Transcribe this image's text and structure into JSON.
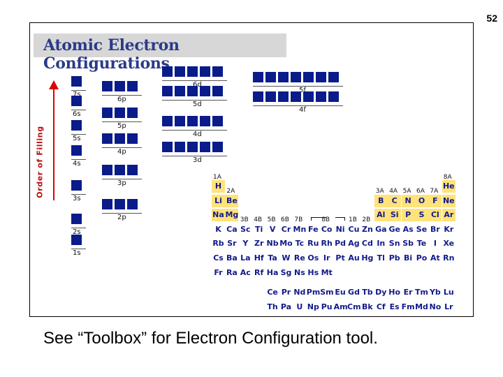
{
  "page_number": "52",
  "title": "Atomic Electron Configurations",
  "axis_label": "Order of Filling",
  "orbitals": [
    {
      "label": "7s",
      "boxes": 1
    },
    {
      "label": "6s",
      "boxes": 1
    },
    {
      "label": "5s",
      "boxes": 1
    },
    {
      "label": "4s",
      "boxes": 1
    },
    {
      "label": "3s",
      "boxes": 1
    },
    {
      "label": "2s",
      "boxes": 1
    },
    {
      "label": "1s",
      "boxes": 1
    },
    {
      "label": "6p",
      "boxes": 3
    },
    {
      "label": "5p",
      "boxes": 3
    },
    {
      "label": "4p",
      "boxes": 3
    },
    {
      "label": "3p",
      "boxes": 3
    },
    {
      "label": "2p",
      "boxes": 3
    },
    {
      "label": "6d",
      "boxes": 5
    },
    {
      "label": "5d",
      "boxes": 5
    },
    {
      "label": "4d",
      "boxes": 5
    },
    {
      "label": "3d",
      "boxes": 5
    },
    {
      "label": "5f",
      "boxes": 7
    },
    {
      "label": "4f",
      "boxes": 7
    }
  ],
  "periodic_table": {
    "group_labels": [
      "1A",
      "8A",
      "2A",
      "3A",
      "4A",
      "5A",
      "6A",
      "7A",
      "3B",
      "4B",
      "5B",
      "6B",
      "7B",
      "8B",
      "1B",
      "2B"
    ],
    "elements": [
      {
        "symbol": "H",
        "highlight": true
      },
      {
        "symbol": "He",
        "highlight": true
      },
      {
        "symbol": "Li",
        "highlight": true
      },
      {
        "symbol": "Be",
        "highlight": true
      },
      {
        "symbol": "B",
        "highlight": true
      },
      {
        "symbol": "C",
        "highlight": true
      },
      {
        "symbol": "N",
        "highlight": true
      },
      {
        "symbol": "O",
        "highlight": true
      },
      {
        "symbol": "F",
        "highlight": true
      },
      {
        "symbol": "Ne",
        "highlight": true
      },
      {
        "symbol": "Na",
        "highlight": true
      },
      {
        "symbol": "Mg",
        "highlight": true
      },
      {
        "symbol": "Al",
        "highlight": true
      },
      {
        "symbol": "Si",
        "highlight": true
      },
      {
        "symbol": "P",
        "highlight": true
      },
      {
        "symbol": "S",
        "highlight": true
      },
      {
        "symbol": "Cl",
        "highlight": true
      },
      {
        "symbol": "Ar",
        "highlight": true
      },
      {
        "symbol": "K"
      },
      {
        "symbol": "Ca"
      },
      {
        "symbol": "Sc"
      },
      {
        "symbol": "Ti"
      },
      {
        "symbol": "V"
      },
      {
        "symbol": "Cr"
      },
      {
        "symbol": "Mn"
      },
      {
        "symbol": "Fe"
      },
      {
        "symbol": "Co"
      },
      {
        "symbol": "Ni"
      },
      {
        "symbol": "Cu"
      },
      {
        "symbol": "Zn"
      },
      {
        "symbol": "Ga"
      },
      {
        "symbol": "Ge"
      },
      {
        "symbol": "As"
      },
      {
        "symbol": "Se"
      },
      {
        "symbol": "Br"
      },
      {
        "symbol": "Kr"
      },
      {
        "symbol": "Rb"
      },
      {
        "symbol": "Sr"
      },
      {
        "symbol": "Y"
      },
      {
        "symbol": "Zr"
      },
      {
        "symbol": "Nb"
      },
      {
        "symbol": "Mo"
      },
      {
        "symbol": "Tc"
      },
      {
        "symbol": "Ru"
      },
      {
        "symbol": "Rh"
      },
      {
        "symbol": "Pd"
      },
      {
        "symbol": "Ag"
      },
      {
        "symbol": "Cd"
      },
      {
        "symbol": "In"
      },
      {
        "symbol": "Sn"
      },
      {
        "symbol": "Sb"
      },
      {
        "symbol": "Te"
      },
      {
        "symbol": "I"
      },
      {
        "symbol": "Xe"
      },
      {
        "symbol": "Cs"
      },
      {
        "symbol": "Ba"
      },
      {
        "symbol": "La"
      },
      {
        "symbol": "Hf"
      },
      {
        "symbol": "Ta"
      },
      {
        "symbol": "W"
      },
      {
        "symbol": "Re"
      },
      {
        "symbol": "Os"
      },
      {
        "symbol": "Ir"
      },
      {
        "symbol": "Pt"
      },
      {
        "symbol": "Au"
      },
      {
        "symbol": "Hg"
      },
      {
        "symbol": "Tl"
      },
      {
        "symbol": "Pb"
      },
      {
        "symbol": "Bi"
      },
      {
        "symbol": "Po"
      },
      {
        "symbol": "At"
      },
      {
        "symbol": "Rn"
      },
      {
        "symbol": "Fr"
      },
      {
        "symbol": "Ra"
      },
      {
        "symbol": "Ac"
      },
      {
        "symbol": "Rf"
      },
      {
        "symbol": "Ha"
      },
      {
        "symbol": "Sg"
      },
      {
        "symbol": "Ns"
      },
      {
        "symbol": "Hs"
      },
      {
        "symbol": "Mt"
      },
      {
        "symbol": "Ce"
      },
      {
        "symbol": "Pr"
      },
      {
        "symbol": "Nd"
      },
      {
        "symbol": "Pm"
      },
      {
        "symbol": "Sm"
      },
      {
        "symbol": "Eu"
      },
      {
        "symbol": "Gd"
      },
      {
        "symbol": "Tb"
      },
      {
        "symbol": "Dy"
      },
      {
        "symbol": "Ho"
      },
      {
        "symbol": "Er"
      },
      {
        "symbol": "Tm"
      },
      {
        "symbol": "Yb"
      },
      {
        "symbol": "Lu"
      },
      {
        "symbol": "Th"
      },
      {
        "symbol": "Pa"
      },
      {
        "symbol": "U"
      },
      {
        "symbol": "Np"
      },
      {
        "symbol": "Pu"
      },
      {
        "symbol": "Am"
      },
      {
        "symbol": "Cm"
      },
      {
        "symbol": "Bk"
      },
      {
        "symbol": "Cf"
      },
      {
        "symbol": "Es"
      },
      {
        "symbol": "Fm"
      },
      {
        "symbol": "Md"
      },
      {
        "symbol": "No"
      },
      {
        "symbol": "Lr"
      }
    ]
  },
  "footer_text": "See “Toolbox” for Electron Configuration tool.",
  "colors": {
    "box": "#0a1b8a",
    "element_text": "#12198a",
    "highlight": "#ffe27a",
    "title_text": "#2b3a88",
    "title_bar": "#d7d7d7",
    "arrow": "#dd0000",
    "axis_label": "#bb1111"
  }
}
